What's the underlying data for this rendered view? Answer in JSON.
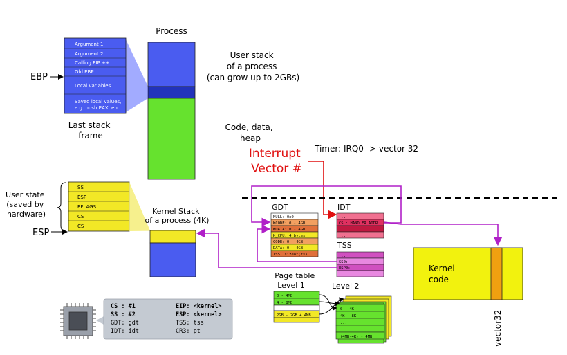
{
  "process": {
    "title": "Process",
    "user_stack_label": [
      "User stack",
      "of a process",
      "(can grow up to 2GBs)"
    ],
    "code_label": [
      "Code, data,",
      "heap"
    ]
  },
  "last_stack_frame": {
    "rows": [
      "Argument 1",
      "Argument 2",
      "Calling EIP ++",
      "Old EBP",
      "Local variables",
      "Saved local values,",
      "e.g. push EAX, etc"
    ],
    "ebp_label": "EBP",
    "caption": [
      "Last stack",
      "frame"
    ]
  },
  "interrupt": {
    "label": [
      "Interrupt",
      "Vector #"
    ],
    "timer": "Timer: IRQ0 -> vector 32"
  },
  "user_state": {
    "caption": [
      "User state",
      "(saved by",
      "hardware)"
    ],
    "rows": [
      "SS",
      "ESP",
      "EFLAGS",
      "CS",
      "CS"
    ],
    "esp_label": "ESP"
  },
  "kernel_stack": {
    "label": [
      "Kernel Stack",
      "of a process (4K)"
    ]
  },
  "gdt": {
    "title": "GDT",
    "rows": [
      "NULL: 0x0",
      "KCODE: 0 - 4GB",
      "KDATA: 0 - 4GB",
      "K_CPU: 4 bytes",
      "CODE: 0 - 4GB",
      "DATA: 0 - 4GB",
      "TSS: sizeof(ts)"
    ]
  },
  "idt": {
    "title": "IDT",
    "rows": [
      "...",
      "CS : HANDLER ADDR",
      "...",
      "..."
    ]
  },
  "tss": {
    "title": "TSS",
    "rows": [
      "...",
      "SS0:",
      "ESP0:",
      "..."
    ]
  },
  "page_table": {
    "title": [
      "Page table",
      "Level 1"
    ],
    "level1_rows": [
      "0 - 4MB",
      "4 - 8MB",
      "...",
      "2GB - 2GB + 4MB"
    ],
    "level2_title": "Level 2",
    "level2_rows": [
      "0 - 4K",
      "4K - 8K",
      "...",
      "",
      "(4MB-4K) - 4MB"
    ]
  },
  "kernel_code": {
    "label": [
      "Kernel",
      "code"
    ],
    "vector_label": "vector32"
  },
  "cpu_registers": {
    "left": [
      {
        "label": "CS : #1",
        "bold": true
      },
      {
        "label": "SS : #2",
        "bold": true
      },
      {
        "label": "GDT: gdt",
        "bold": false
      },
      {
        "label": "IDT: idt",
        "bold": false
      }
    ],
    "right": [
      {
        "label": "EIP: <kernel>",
        "bold": true
      },
      {
        "label": "ESP: <kernel>",
        "bold": true
      },
      {
        "label": "TSS: tss",
        "bold": false
      },
      {
        "label": "CR3: pt",
        "bold": false
      }
    ]
  },
  "colors": {
    "blue": "#4a5cf0",
    "dark_blue": "#2233bb",
    "green": "#66e22e",
    "yellow": "#f2e826",
    "purple": "#b020c8",
    "red": "#e01010",
    "orange": "#f0a010"
  }
}
